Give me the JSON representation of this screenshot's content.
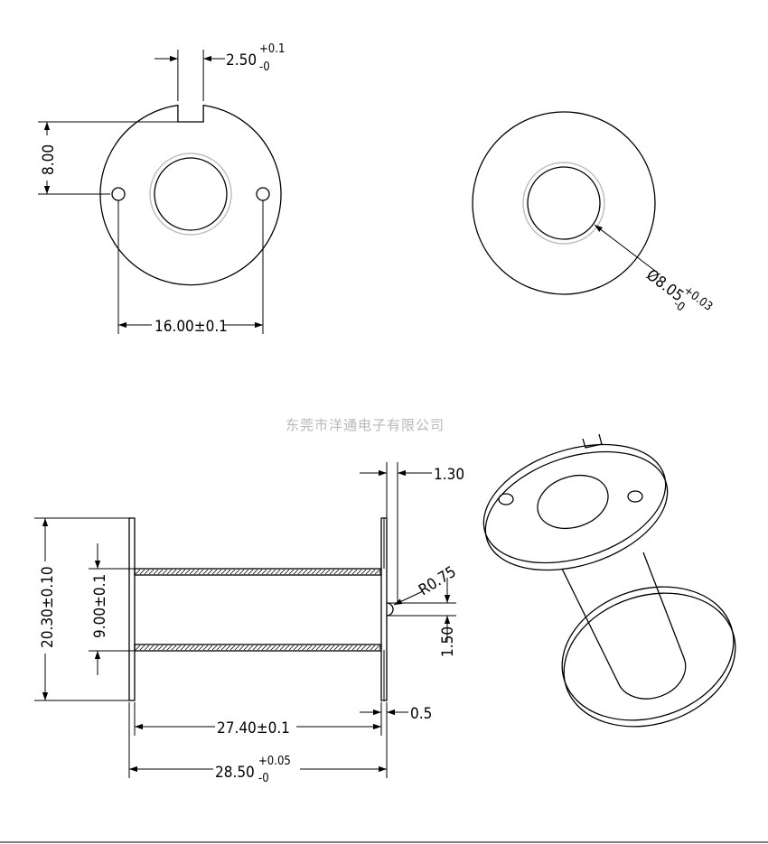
{
  "watermark": "东莞市洋通电子有限公司",
  "dimensions": {
    "slot_width": {
      "value": "2.50",
      "tol_plus": "+0.1",
      "tol_minus": "-0"
    },
    "slot_to_hole": {
      "value": "8.00"
    },
    "hole_spacing": {
      "value": "16.00±0.1"
    },
    "bore_diameter": {
      "value": "Ø8.05",
      "tol_plus": "+0.03",
      "tol_minus": "-0"
    },
    "flange_thickness": {
      "value": "1.30"
    },
    "flange_height": {
      "value": "20.30±0.10"
    },
    "tube_height": {
      "value": "9.00±0.1"
    },
    "fillet_radius": {
      "value": "R0.75"
    },
    "fillet_offset": {
      "value": "1.50"
    },
    "inner_length": {
      "value": "27.40±0.1"
    },
    "wall_thickness": {
      "value": "0.5"
    },
    "overall_length": {
      "value": "28.50",
      "tol_plus": "+0.05",
      "tol_minus": "-0"
    }
  }
}
